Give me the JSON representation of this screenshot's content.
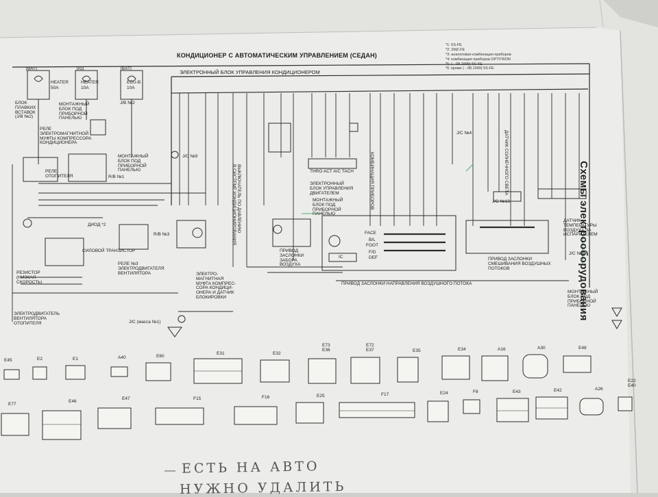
{
  "diagram": {
    "title": "КОНДИЦИОНЕР С АВТОМАТИЧЕСКИМ УПРАВЛЕНИЕМ (СЕДАН)",
    "side_title": "Схемы электрооборудования",
    "notes": "*1: 5S-FE\n*2: 2MZ-FE\n*3: аналоговая комбинация приборов\n*4: комбинация приборов OPTITRON\n*5: ( - 08.1999) 5S-FE\n*6: кроме ( - 08.1999) 5S-FE",
    "ecu_label": "ЭЛЕКТРОННЫЙ БЛОК УПРАВЛЕНИЯ КОНДИЦИОНЕРОМ",
    "fuses": [
      {
        "bat": "[BAT]",
        "name": "HEATER",
        "rating": "50A"
      },
      {
        "bat": "[IG]",
        "name": "HEATER",
        "rating": "10A"
      },
      {
        "bat": "[BAT]",
        "name": "ECU-B",
        "rating": "10A"
      }
    ],
    "labels": {
      "fuse_block": "БЛОК\nПЛАВКИХ\nВСТАВОК\n(J/B №2)",
      "mount_block_1": "МОНТАЖНЫЙ\nБЛОК ПОД\nПРИБОРНОЙ\nПАНЕЛЬЮ",
      "jb2": "J/B №2",
      "compressor_relay": "РЕЛЕ\nЭЛЕКТРОМАГНИТНОЙ\nМУФТЫ КОМПРЕССОРА\nКОНДИЦИОНЕРА",
      "mount_block_2": "МОНТАЖНЫЙ\nБЛОК ПОД\nПРИБОРНОЙ\nПАНЕЛЬЮ",
      "heater_relay": "РЕЛЕ\nОТОПИТЕЛЯ",
      "rb1": "R/B №1",
      "diode": "ДИОД *2",
      "power_transistor": "СИЛОВОЙ ТРАНЗИСТОР",
      "rb3": "R/B №3",
      "fan_relay": "РЕЛЕ №3\nЭЛЕКТРОДВИГАТЕЛЯ\nВЕНТИЛЯТОРА",
      "resistor": "РЕЗИСТОР\n(НИЗКАЯ\nСКОРОСТЬ)",
      "blower_motor": "ЭЛЕКТРОДВИГАТЕЛЬ\nВЕНТИЛЯТОРА\nОТОПИТЕЛЯ",
      "jc_mass": "J/C (масса №1)",
      "clutch": "ЭЛЕКТРО-\nМАГНИТНАЯ\nМУФТА КОМПРЕС-\nСОРА КОНДИЦИ-\nОНЕРА И ДАТЧИК\nБЛОКИРОВКИ",
      "engine_ecu": "ЭЛЕКТРОННЫЙ\nБЛОК УПРАВЛЕНИЯ\nДВИГАТЕЛЕМ",
      "mount_block_3": "МОНТАЖНЫЙ\nБЛОК ПОД\nПРИБОРНОЙ\nПАНЕЛЬЮ",
      "intake_actuator": "ПРИВОД\nЗАСЛОНКИ\nЗАБОРА\nВОЗДУХА",
      "airflow_actuator": "ПРИВОД ЗАСЛОНКИ НАПРАВЛЕНИЯ ВОЗДУШНОГО ПОТОКА",
      "mix_actuator": "ПРИВОД ЗАСЛОНКИ\nСМЕШИВАНИЯ ВОЗДУШНЫХ\nПОТОКОВ",
      "evap_sensor": "ДАТЧИК\nТЕМПЕРАТУРЫ\nВОЗДУХА ЗА\nИСПАРИТЕЛЕМ",
      "mount_block_4": "МОНТАЖНЫЙ\nБЛОК ПОД\nПРИБОРНОЙ\nПАНЕЛЬЮ",
      "jc4": "J/C №4",
      "jc13": "J/C №13",
      "jc8": "J/C №8",
      "jc9": "J/C №9",
      "face": "FACE",
      "bl": "B/L",
      "foot": "FOOT",
      "fd": "F/D",
      "def": "DEF",
      "ic": "IC",
      "tacho": "THRO ACT A/C TACH",
      "pressure_switch": "ВЫКЛЮЧАТЕЛЬ ПО ДАВЛЕНИЮ\nВ СИСТЕМЕ КОНДИЦИОНИРОВАНИЯ",
      "instrument_cluster": "КОМБИНАЦИЯ ПРИБОРОВ",
      "sun_sensor": "ДАТЧИК СОЛНЕЧНОГО СВЕТА"
    },
    "connectors_row1": [
      "E45",
      "E2",
      "E1",
      "A40",
      "E60",
      "E31",
      "E32",
      "E73\nE36",
      "E72\nE37",
      "E35",
      "E34",
      "A16",
      "A30",
      "E48"
    ],
    "connectors_row2": [
      "E77",
      "E46",
      "E47",
      "F15",
      "F16",
      "E25",
      "F17",
      "E24",
      "F8",
      "E43",
      "E42",
      "A26",
      "E22\nE40"
    ],
    "handwriting": [
      "ЕСТЬ НА АВТО",
      "НУЖНО УДАЛИТЬ"
    ]
  },
  "colors": {
    "paper": "#e9eae6",
    "ink": "#2a2a2a",
    "background": "#cfd0cc",
    "pen": "#7c7c7c"
  }
}
